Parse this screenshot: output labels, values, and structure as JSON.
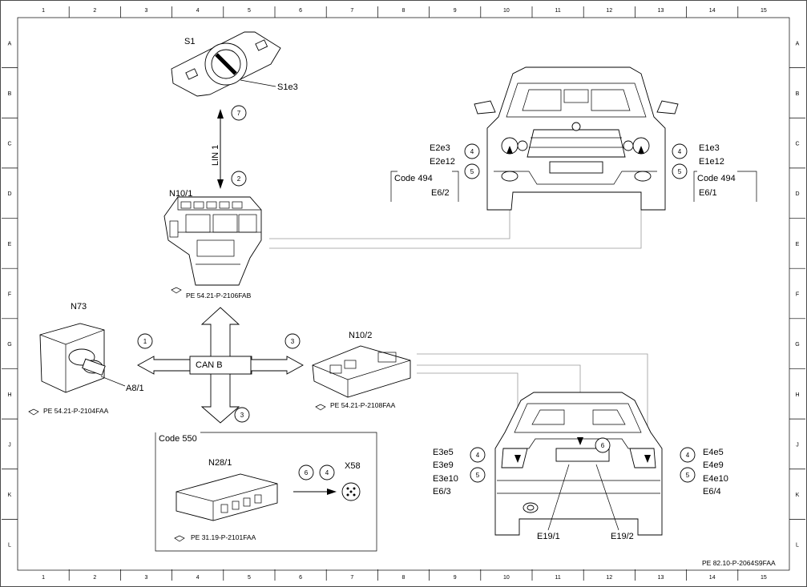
{
  "grid": {
    "columns": [
      "1",
      "2",
      "3",
      "4",
      "5",
      "6",
      "7",
      "8",
      "9",
      "10",
      "11",
      "12",
      "13",
      "14",
      "15"
    ],
    "rows": [
      "A",
      "B",
      "C",
      "D",
      "E",
      "F",
      "G",
      "H",
      "J",
      "K",
      "L"
    ]
  },
  "components": {
    "s1": {
      "label": "S1",
      "connector": "S1e3"
    },
    "lin_bus": {
      "label": "LIN 1"
    },
    "n10_1": {
      "label": "N10/1",
      "reference": "PE 54.21-P-2106FAB"
    },
    "n73": {
      "label": "N73",
      "sub": "A8/1",
      "reference": "PE 54.21-P-2104FAA"
    },
    "can_bus": {
      "label": "CAN B"
    },
    "n10_2": {
      "label": "N10/2",
      "reference": "PE 54.21-P-2108FAA"
    },
    "code_550_box": {
      "code": "Code 550",
      "module": "N28/1",
      "connector": "X58",
      "reference": "PE 31.19-P-2101FAA"
    },
    "front_left": {
      "lines": [
        "E2e3",
        "E2e12",
        "E6/2"
      ],
      "code": "Code 494"
    },
    "front_right": {
      "lines": [
        "E1e3",
        "E1e12",
        "E6/1"
      ],
      "code": "Code 494"
    },
    "rear_left": {
      "lines": [
        "E3e5",
        "E3e9",
        "E3e10",
        "E6/3"
      ]
    },
    "rear_right": {
      "lines": [
        "E4e5",
        "E4e9",
        "E4e10",
        "E6/4"
      ]
    },
    "rear_bottom": {
      "left": "E19/1",
      "right": "E19/2"
    }
  },
  "callouts": {
    "s1_top": "7",
    "n10_1_top": "2",
    "can_left": "1",
    "can_right": "3",
    "can_bottom": "3",
    "n28": "6",
    "x58": "4",
    "front_left_a": "4",
    "front_left_b": "5",
    "front_right_a": "4",
    "front_right_b": "5",
    "rear_center": "6",
    "rear_left_a": "4",
    "rear_left_b": "5",
    "rear_right_a": "4",
    "rear_right_b": "5"
  },
  "footer": {
    "reference": "PE 82.10-P-2064S9FAA"
  }
}
